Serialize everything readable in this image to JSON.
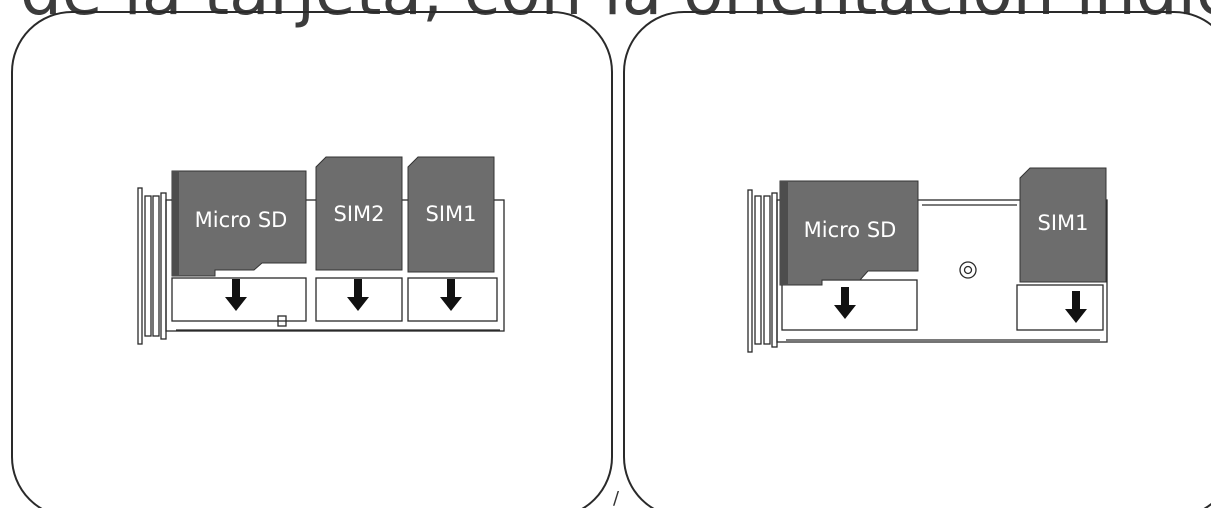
{
  "heading": "de la tarjeta, con la orientación indicada p",
  "stray_mark": "/",
  "left_panel": {
    "cards": {
      "microsd": "Micro SD",
      "sim2": "SIM2",
      "sim1": "SIM1"
    }
  },
  "right_panel": {
    "cards": {
      "microsd": "Micro SD",
      "sim1": "SIM1"
    }
  },
  "colors": {
    "card_fill": "#6d6d6d",
    "card_text": "#ffffff",
    "line": "#2a2a2a",
    "arrow": "#111111"
  }
}
